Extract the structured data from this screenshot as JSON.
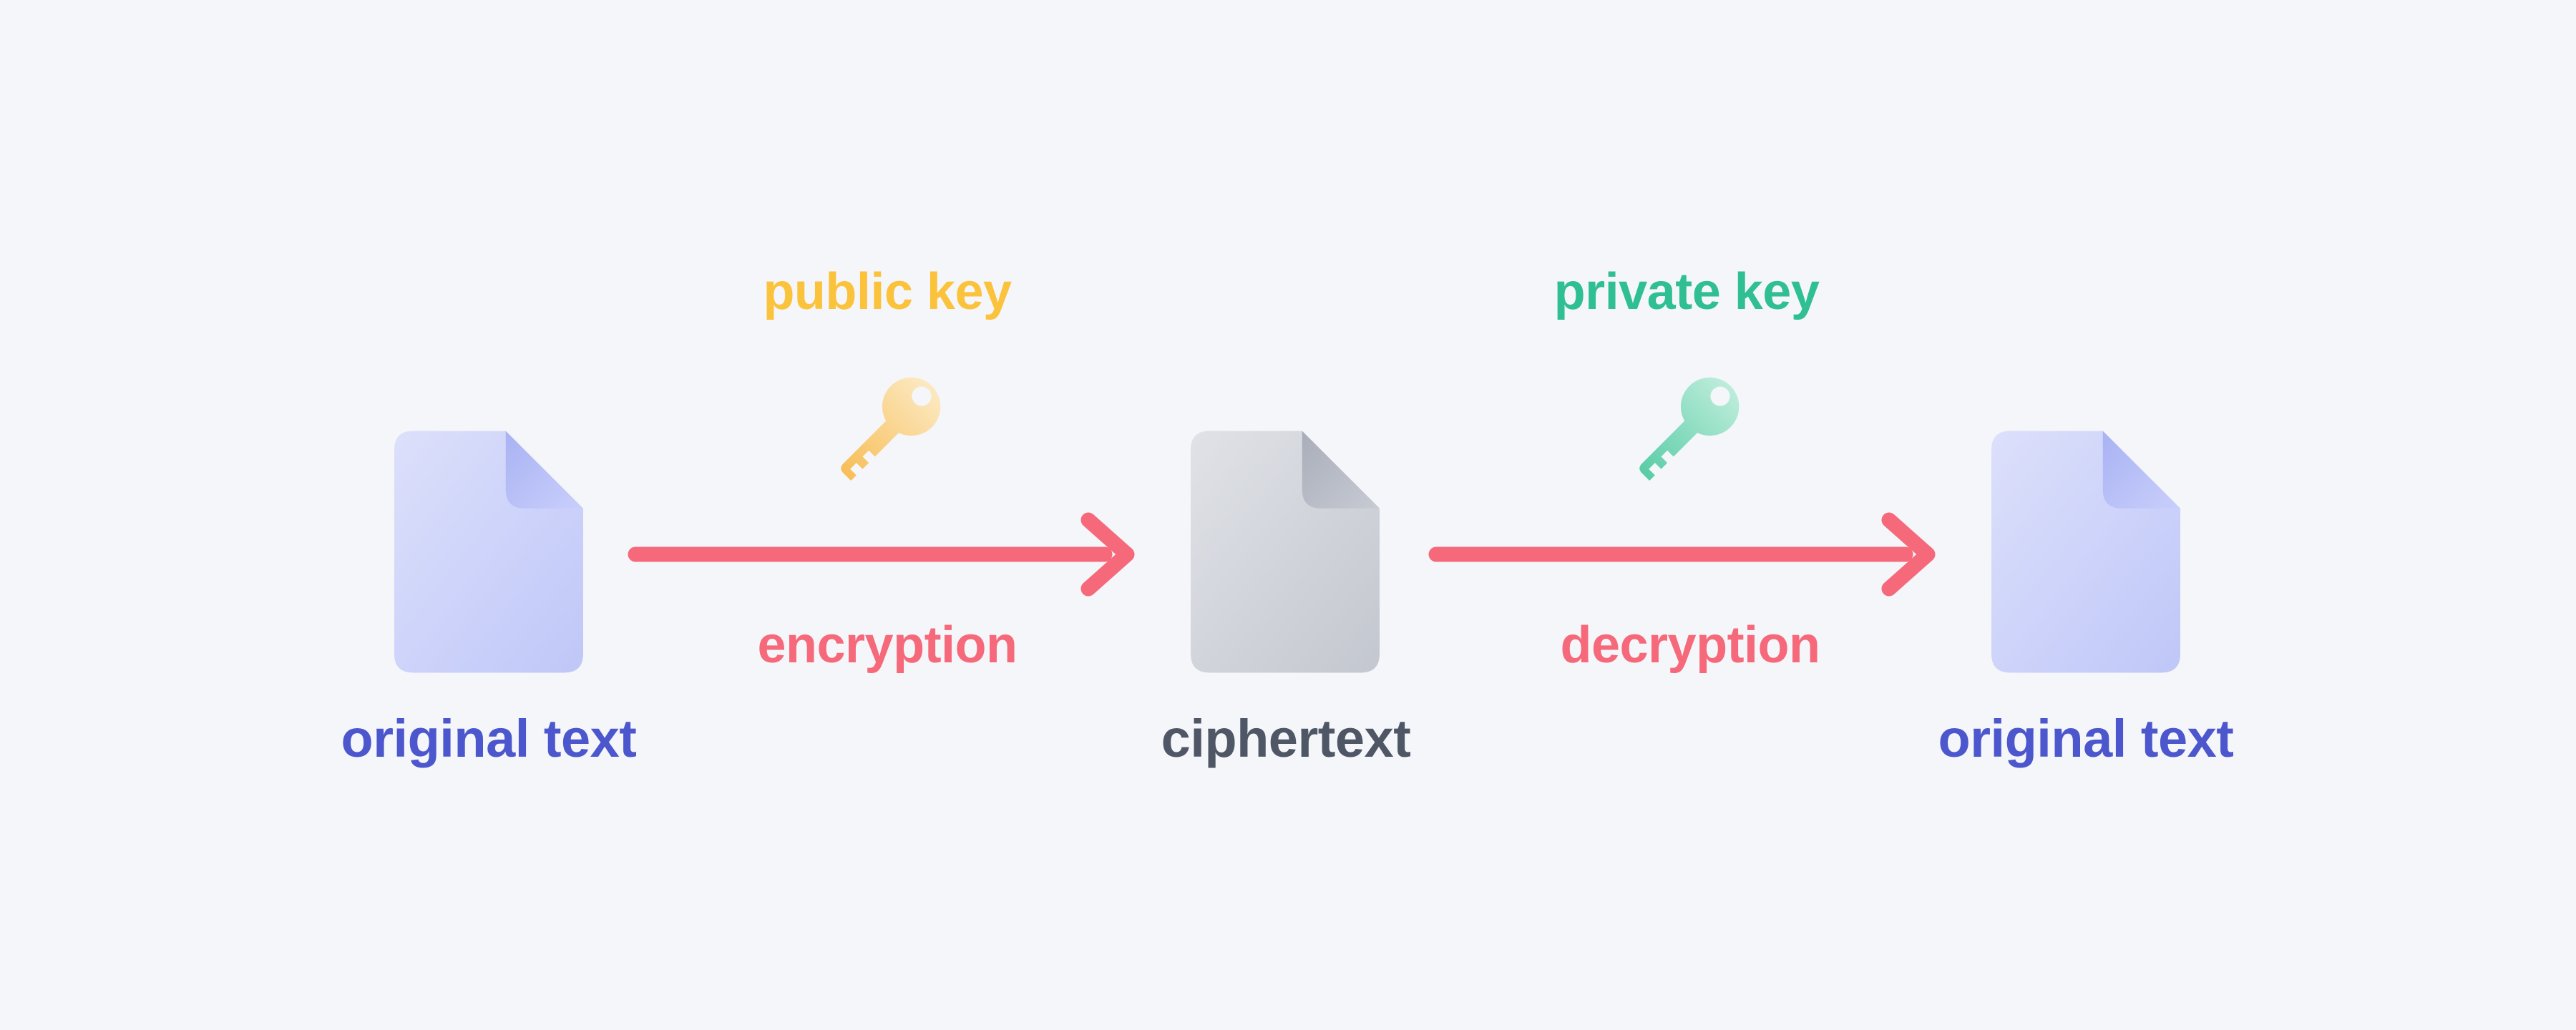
{
  "colors": {
    "background": "#F5F6FA",
    "arrow": "#F5697B",
    "public-key-text": "#FBC23B",
    "private-key-text": "#2FBF93",
    "original-text-color": "#4C57CE",
    "ciphertext-color": "#4F5665",
    "doc-purple-light": "#DCE0FB",
    "doc-purple-dark": "#BFC7F8",
    "doc-purple-fold-dark": "#A9B2F3",
    "doc-purple-fold-light": "#C9CFFB",
    "doc-gray-light": "#E0E2E7",
    "doc-gray-dark": "#C3C7CF",
    "doc-gray-fold-dark": "#A8ADB9",
    "doc-gray-fold-light": "#C7CBD3",
    "key-yellow-dark": "#F7BC52",
    "key-yellow-light": "#FCEBC7",
    "key-green-dark": "#55CBA3",
    "key-green-light": "#C2EEDE"
  },
  "nodes": [
    {
      "id": "plaintext-input",
      "label": "original text",
      "icon": "document-icon-purple"
    },
    {
      "id": "ciphertext",
      "label": "ciphertext",
      "icon": "document-icon-gray"
    },
    {
      "id": "plaintext-output",
      "label": "original text",
      "icon": "document-icon-purple"
    }
  ],
  "flows": [
    {
      "id": "encrypt",
      "key_label": "public key",
      "key_icon": "key-icon-yellow",
      "arrow_label": "encryption",
      "arrow_icon": "arrow-right-icon"
    },
    {
      "id": "decrypt",
      "key_label": "private key",
      "key_icon": "key-icon-green",
      "arrow_label": "decryption",
      "arrow_icon": "arrow-right-icon"
    }
  ]
}
